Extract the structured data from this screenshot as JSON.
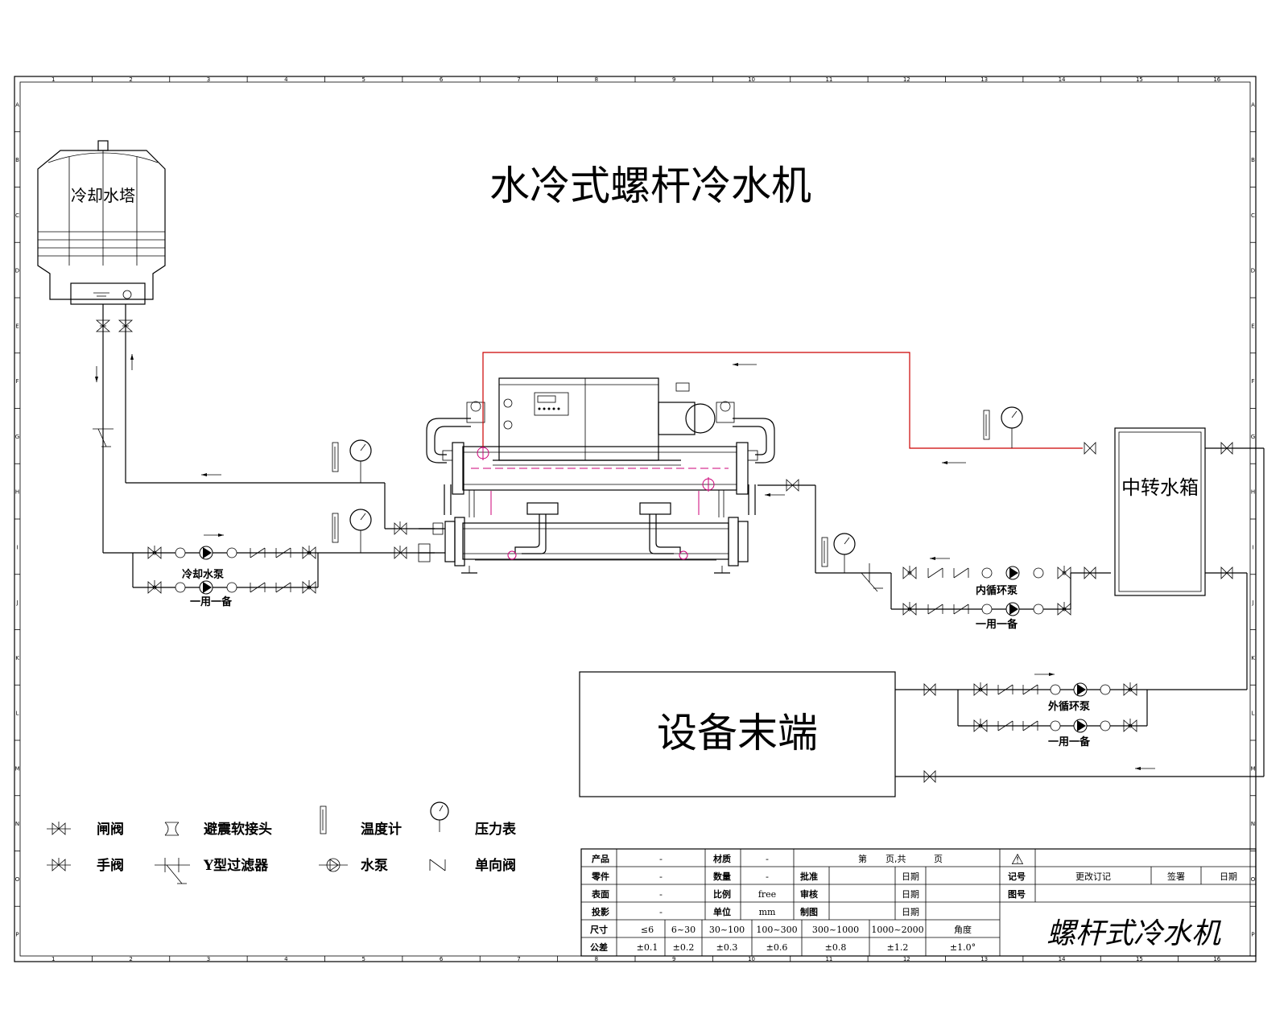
{
  "title": "水冷式螺杆冷水机",
  "labels": {
    "cooling_tower": "冷却水塔",
    "transfer_tank": "中转水箱",
    "terminal": "设备末端",
    "cooling_pump": "冷却水泵",
    "inner_pump": "内循环泵",
    "outer_pump": "外循环泵",
    "standby": "一用一备"
  },
  "legend": [
    {
      "icon": "gate-valve-icon",
      "label": "闸阀"
    },
    {
      "icon": "flex-joint-icon",
      "label": "避震软接头"
    },
    {
      "icon": "thermometer-icon",
      "label": "温度计"
    },
    {
      "icon": "pressure-gauge-icon",
      "label": "压力表"
    },
    {
      "icon": "hand-valve-icon",
      "label": "手阀"
    },
    {
      "icon": "y-strainer-icon",
      "label": "Y型过滤器"
    },
    {
      "icon": "water-pump-icon",
      "label": "水泵"
    },
    {
      "icon": "check-valve-icon",
      "label": "单向阀"
    }
  ],
  "grid_cols": [
    "1",
    "2",
    "3",
    "4",
    "5",
    "6",
    "7",
    "8",
    "9",
    "10",
    "11",
    "12",
    "13",
    "14",
    "15",
    "16"
  ],
  "grid_rows": [
    "A",
    "B",
    "C",
    "D",
    "E",
    "F",
    "G",
    "H",
    "I",
    "J",
    "K",
    "L",
    "M",
    "N",
    "O",
    "P"
  ],
  "title_block": {
    "r1": {
      "c1": "产品",
      "c2": "-",
      "c3": "材质",
      "c4": "-",
      "c5": "第",
      "c6": "页,共",
      "c7": "页",
      "c8": "⚠"
    },
    "r2": {
      "c1": "零件",
      "c2": "-",
      "c3": "数量",
      "c4": "-",
      "c5": "批准",
      "c6": "日期",
      "c7": "记号",
      "c8": "更改订记",
      "c9": "签署",
      "c10": "日期"
    },
    "r3": {
      "c1": "表面",
      "c2": "-",
      "c3": "比例",
      "c4": "free",
      "c5": "审核",
      "c6": "日期",
      "c7": "图号"
    },
    "r4": {
      "c1": "投影",
      "c2": "-",
      "c3": "单位",
      "c4": "mm",
      "c5": "制图",
      "c6": "日期"
    },
    "r5": [
      "尺寸",
      "≤6",
      "6~30",
      "30~100",
      "100~300",
      "300~1000",
      "1000~2000",
      "角度"
    ],
    "r6": [
      "公差",
      "±0.1",
      "±0.2",
      "±0.3",
      "±0.6",
      "±0.8",
      "±1.2",
      "±1.0°"
    ],
    "drawing_name": "螺杆式冷水机"
  }
}
